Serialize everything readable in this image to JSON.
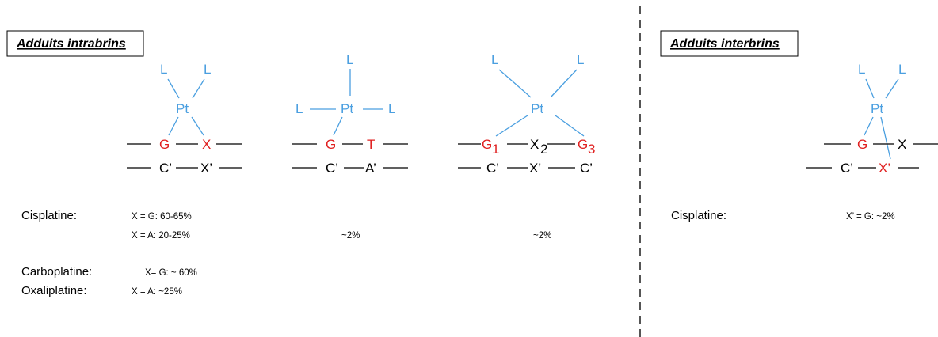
{
  "intra": {
    "title": "Adduits intrabrins",
    "s1": {
      "L1": "L",
      "L2": "L",
      "Pt": "Pt",
      "top1": "G",
      "top2": "X",
      "bot1": "C’",
      "bot2": "X’"
    },
    "s2": {
      "Ltop": "L",
      "Lleft": "L",
      "Lright": "L",
      "Pt": "Pt",
      "top1": "G",
      "top2": "T",
      "bot1": "C’",
      "bot2": "A’"
    },
    "s3": {
      "L1": "L",
      "L2": "L",
      "Pt": "Pt",
      "g1": "G",
      "g1sub": "1",
      "x2": "X",
      "x2sub": "2",
      "g3": "G",
      "g3sub": "3",
      "bot1": "C’",
      "bot2": "X’",
      "bot3": "C’"
    },
    "cis_label": "Cisplatine:",
    "cis_line1": "X = G: 60-65%",
    "cis_line2": "X = A: 20-25%",
    "cis_p2": "~2%",
    "cis_p3": "~2%",
    "carbo_label": "Carboplatine:",
    "carbo_val": "X= G: ~ 60%",
    "oxali_label": "Oxaliplatine:",
    "oxali_val": "X = A: ~25%"
  },
  "inter": {
    "title": "Adduits interbrins",
    "s4": {
      "L1": "L",
      "L2": "L",
      "Pt": "Pt",
      "top1": "G",
      "top2": "X",
      "bot1": "C’",
      "bot2": "X’"
    },
    "cis_label": "Cisplatine:",
    "cis_val": "X’ = G: ~2%"
  },
  "colors": {
    "ligand": "#4a9fe0",
    "adduct_base": "#e02020",
    "divider": "#555555"
  }
}
